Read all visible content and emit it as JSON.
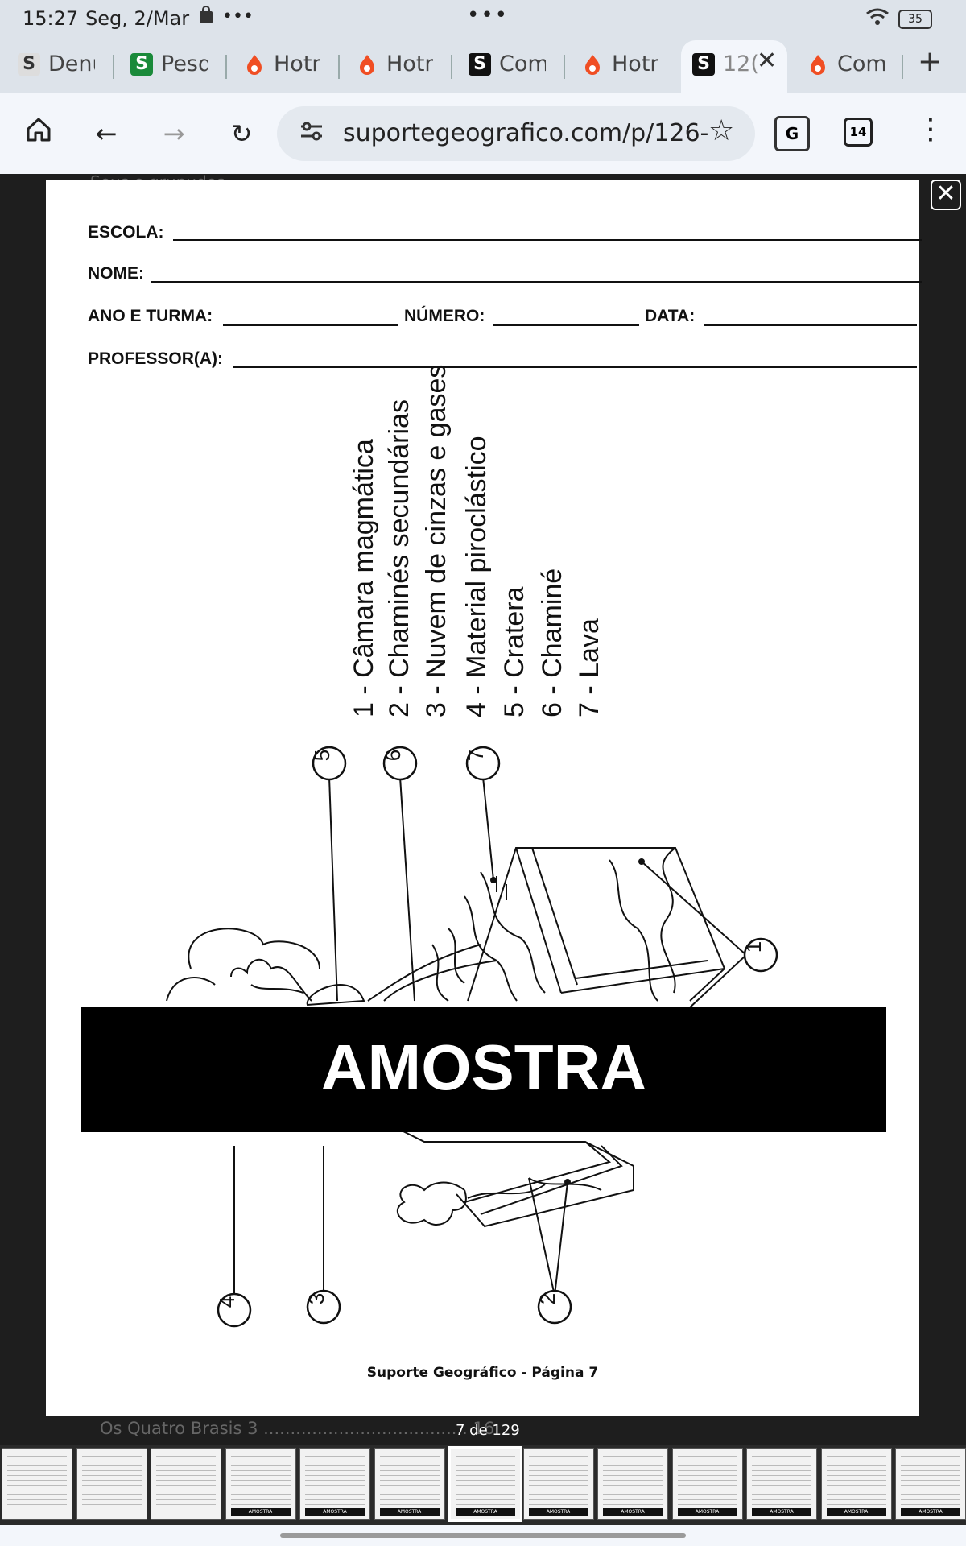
{
  "status_bar": {
    "time": "15:27",
    "date": "Seg, 2/Mar",
    "battery": "35"
  },
  "tabs": [
    {
      "favicon": "S",
      "label": "Denu"
    },
    {
      "favicon": "S",
      "label": "Pesq"
    },
    {
      "favicon": "hotmart-icon",
      "label": "Hotm"
    },
    {
      "favicon": "hotmart-icon",
      "label": "Hotm"
    },
    {
      "favicon": "S",
      "label": "Com"
    },
    {
      "favicon": "hotmart-icon",
      "label": "Hotm"
    },
    {
      "favicon": "S",
      "label": "12(",
      "active": true
    },
    {
      "favicon": "hotmart-icon",
      "label": "Com"
    }
  ],
  "toolbar": {
    "url": "suportegeografico.com/p/126-",
    "tab_count": "14",
    "translate": "G"
  },
  "document": {
    "underlay_top": "Seus e grupudos",
    "form": {
      "escola": "ESCOLA:",
      "nome": "NOME:",
      "ano_turma": "ANO E TURMA:",
      "numero": "NÚMERO:",
      "data": "DATA:",
      "professor": "PROFESSOR(A):"
    },
    "legend": [
      "1 - Câmara magmática",
      "2 - Chaminés secundárias",
      "3 - Nuvem de cinzas e gases",
      "4 - Material piroclástico",
      "5 - Cratera",
      "6 - Chaminé",
      "7 - Lava"
    ],
    "diagram_labels": [
      "1",
      "2",
      "3",
      "4",
      "5",
      "6",
      "7"
    ],
    "watermark": "AMOSTRA",
    "footer": "Suporte Geográfico - Página 7"
  },
  "viewer": {
    "underlay_bottom": "Os Quatro Brasis 3 ......................................  16",
    "page_indicator": "7 de 129",
    "thumbnail_badge": "AMOSTRA",
    "thumbnail_count": 13
  }
}
